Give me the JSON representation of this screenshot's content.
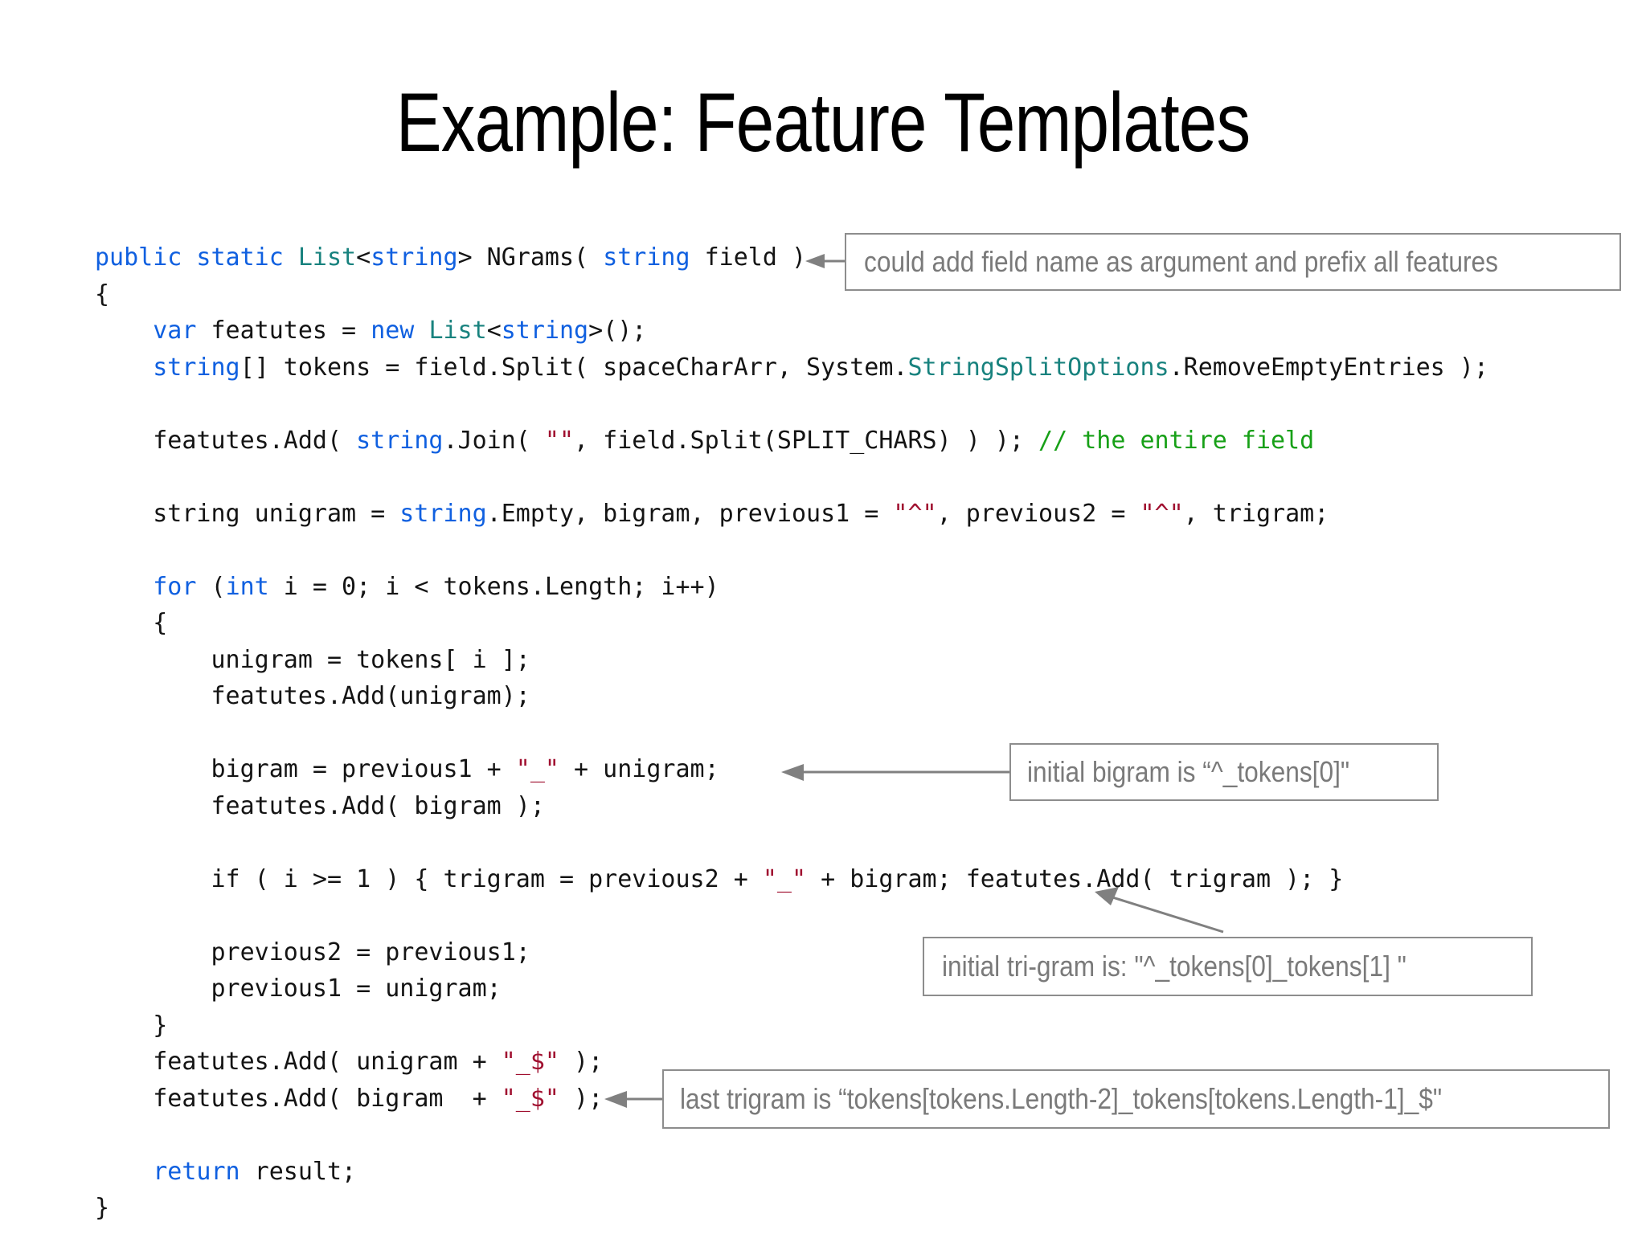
{
  "slide": {
    "title": "Example: Feature Templates"
  },
  "code": {
    "language": "csharp",
    "lines": [
      [
        {
          "t": "public static ",
          "c": "kw"
        },
        {
          "t": "List",
          "c": "typ"
        },
        {
          "t": "<",
          "c": "pln"
        },
        {
          "t": "string",
          "c": "kw"
        },
        {
          "t": "> NGrams( ",
          "c": "pln"
        },
        {
          "t": "string",
          "c": "kw"
        },
        {
          "t": " field )",
          "c": "pln"
        }
      ],
      [
        {
          "t": "{",
          "c": "pln"
        }
      ],
      [
        {
          "t": "    ",
          "c": "pln"
        },
        {
          "t": "var",
          "c": "kw"
        },
        {
          "t": " featutes = ",
          "c": "pln"
        },
        {
          "t": "new",
          "c": "kw"
        },
        {
          "t": " ",
          "c": "pln"
        },
        {
          "t": "List",
          "c": "typ"
        },
        {
          "t": "<",
          "c": "pln"
        },
        {
          "t": "string",
          "c": "kw"
        },
        {
          "t": ">();",
          "c": "pln"
        }
      ],
      [
        {
          "t": "    ",
          "c": "pln"
        },
        {
          "t": "string",
          "c": "kw"
        },
        {
          "t": "[] tokens = field.Split( spaceCharArr, System.",
          "c": "pln"
        },
        {
          "t": "StringSplitOptions",
          "c": "typ"
        },
        {
          "t": ".RemoveEmptyEntries );",
          "c": "pln"
        }
      ],
      [],
      [
        {
          "t": "    featutes.Add( ",
          "c": "pln"
        },
        {
          "t": "string",
          "c": "kw"
        },
        {
          "t": ".Join( ",
          "c": "pln"
        },
        {
          "t": "\"\"",
          "c": "str"
        },
        {
          "t": ", field.Split(SPLIT_CHARS) ) ); ",
          "c": "pln"
        },
        {
          "t": "// the entire field",
          "c": "cmt"
        }
      ],
      [],
      [
        {
          "t": "    string unigram = ",
          "c": "pln"
        },
        {
          "t": "string",
          "c": "kw"
        },
        {
          "t": ".Empty, bigram, previous1 = ",
          "c": "pln"
        },
        {
          "t": "\"^\"",
          "c": "str"
        },
        {
          "t": ", previous2 = ",
          "c": "pln"
        },
        {
          "t": "\"^\"",
          "c": "str"
        },
        {
          "t": ", trigram;",
          "c": "pln"
        }
      ],
      [],
      [
        {
          "t": "    ",
          "c": "pln"
        },
        {
          "t": "for",
          "c": "kw"
        },
        {
          "t": " (",
          "c": "pln"
        },
        {
          "t": "int",
          "c": "kw"
        },
        {
          "t": " i = 0; i < tokens.Length; i++)",
          "c": "pln"
        }
      ],
      [
        {
          "t": "    {",
          "c": "pln"
        }
      ],
      [
        {
          "t": "        unigram = tokens[ i ];",
          "c": "pln"
        }
      ],
      [
        {
          "t": "        featutes.Add(unigram);",
          "c": "pln"
        }
      ],
      [],
      [
        {
          "t": "        bigram = previous1 + ",
          "c": "pln"
        },
        {
          "t": "\"_\"",
          "c": "str"
        },
        {
          "t": " + unigram;",
          "c": "pln"
        }
      ],
      [
        {
          "t": "        featutes.Add( bigram );",
          "c": "pln"
        }
      ],
      [],
      [
        {
          "t": "        if ( i >= 1 ) { trigram = previous2 + ",
          "c": "pln"
        },
        {
          "t": "\"_\"",
          "c": "str"
        },
        {
          "t": " + bigram; featutes.Add( trigram ); }",
          "c": "pln"
        }
      ],
      [],
      [
        {
          "t": "        previous2 = previous1;",
          "c": "pln"
        }
      ],
      [
        {
          "t": "        previous1 = unigram;",
          "c": "pln"
        }
      ],
      [
        {
          "t": "    }",
          "c": "pln"
        }
      ],
      [
        {
          "t": "    featutes.Add( unigram + ",
          "c": "pln"
        },
        {
          "t": "\"_$\"",
          "c": "str"
        },
        {
          "t": " );",
          "c": "pln"
        }
      ],
      [
        {
          "t": "    featutes.Add( bigram  + ",
          "c": "pln"
        },
        {
          "t": "\"_$\"",
          "c": "str"
        },
        {
          "t": " );",
          "c": "pln"
        }
      ],
      [],
      [
        {
          "t": "    ",
          "c": "pln"
        },
        {
          "t": "return",
          "c": "kw"
        },
        {
          "t": " result;",
          "c": "pln"
        }
      ],
      [
        {
          "t": "}",
          "c": "pln"
        }
      ]
    ]
  },
  "callouts": {
    "field_name": "could add field name as argument and prefix all features",
    "initial_bigram": "initial bigram is “^_tokens[0]\"",
    "initial_trigram": "initial tri-gram is: \"^_tokens[0]_tokens[1] \"",
    "last_trigram": "last trigram is “tokens[tokens.Length-2]_tokens[tokens.Length-1]_$\""
  },
  "colors": {
    "keyword": "#1060e0",
    "type": "#18827e",
    "string_literal": "#a01030",
    "comment": "#17a017",
    "code_text": "#141414",
    "callout_border": "#8d8d8d",
    "callout_text": "#7a7a7a",
    "arrow": "#808080",
    "background": "#ffffff"
  }
}
